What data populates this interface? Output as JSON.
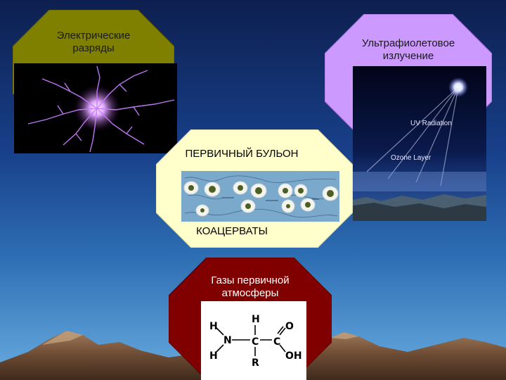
{
  "slide": {
    "electric": {
      "label_line1": "Электрические",
      "label_line2": "разряды",
      "fill": "#808000"
    },
    "uv": {
      "label_line1": "Ультрафиолетовое",
      "label_line2": "излучение",
      "fill": "#cc99ff",
      "photo_text1": "UV Radiation",
      "photo_text2": "Ozone Layer"
    },
    "broth": {
      "title": "ПЕРВИЧНЫЙ БУЛЬОН",
      "subtitle": "КОАЦЕРВАТЫ",
      "fill": "#ffffcc"
    },
    "gases": {
      "label_line1": "Газы первичной",
      "label_line2": "атмосферы",
      "fill": "#800000",
      "formula": {
        "h1": "H",
        "h2": "H",
        "n": "N",
        "h_top": "H",
        "c1": "C",
        "r": "R",
        "c2": "C",
        "o": "O",
        "oh": "OH"
      }
    }
  }
}
